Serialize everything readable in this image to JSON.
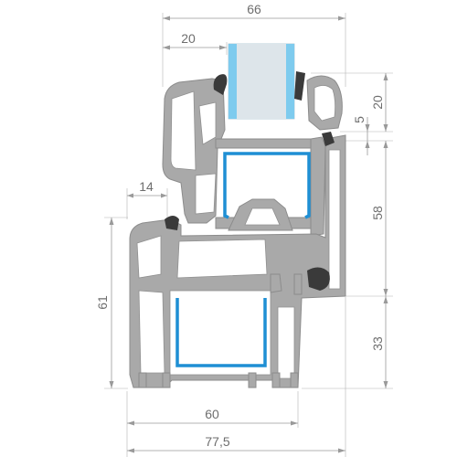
{
  "dimensions": {
    "top_width": "66",
    "top_inner_width": "20",
    "sash_offset": "14",
    "frame_width": "60",
    "total_width": "77,5",
    "right_top": "20",
    "right_small": "5",
    "right_middle": "58",
    "right_bottom": "33",
    "left_height": "61"
  },
  "colors": {
    "profile": "#a9a9a9",
    "profile_edge": "#8c8c8c",
    "reinforcement": "#1f8fd4",
    "glass": "#c9dde8",
    "glass_edge": "#7ecbee",
    "seal": "#3a3a3a",
    "dimension": "#9a9a9a",
    "text": "#6e6e6e"
  }
}
